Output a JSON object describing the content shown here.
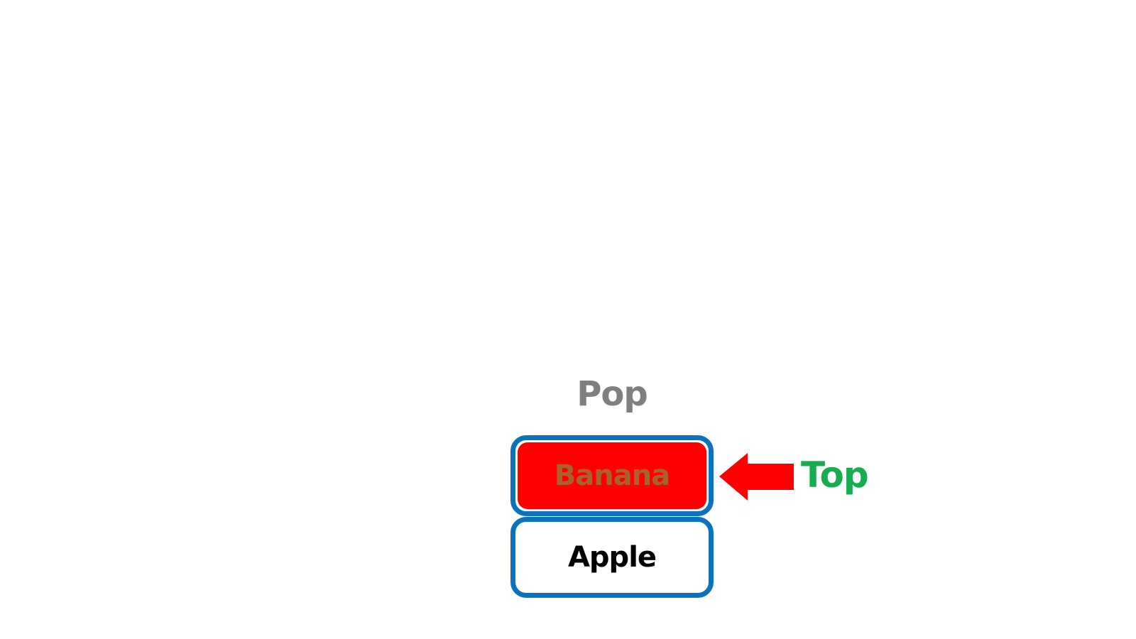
{
  "diagram": {
    "operation_label": {
      "text": "Pop",
      "color": "#7F7F7F"
    },
    "stack": {
      "border_color": "#0D72BC",
      "items": [
        {
          "label": "Banana",
          "position": "top",
          "fill_color": "#FF0000",
          "text_color": "#A9622E",
          "highlighted": true
        },
        {
          "label": "Apple",
          "position": "bottom",
          "fill_color": "#FFFFFF",
          "text_color": "#000000",
          "highlighted": false
        }
      ]
    },
    "top_pointer": {
      "label": "Top",
      "label_color": "#17AC4F",
      "arrow_color": "#FF0000",
      "arrow_direction": "left"
    }
  }
}
